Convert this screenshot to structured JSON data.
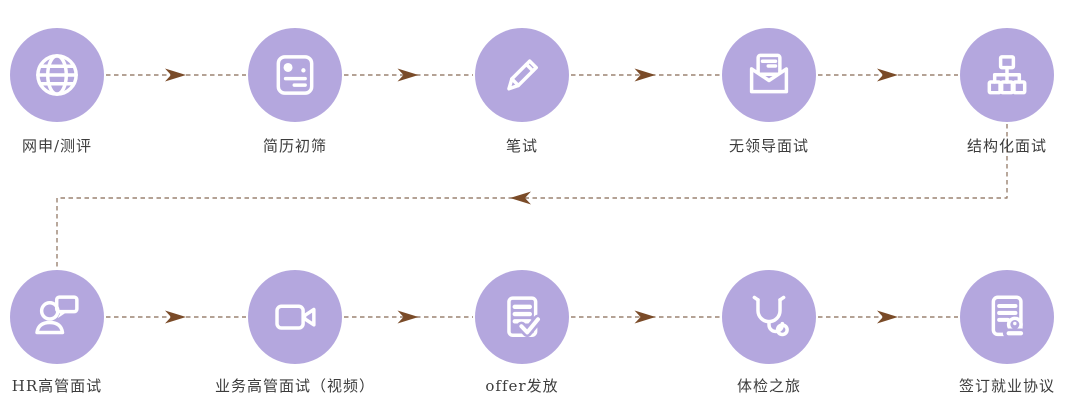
{
  "diagram": {
    "title": "recruitment-process-flow",
    "colors": {
      "background": "#ffffff",
      "node_fill": "#b4a7de",
      "icon_stroke": "#ffffff",
      "connector_dash": "#9b8372",
      "arrow_head": "#7a4b28",
      "label_text": "#3c3c3c"
    },
    "rows": [
      {
        "name": "top",
        "steps": [
          {
            "label": "网申/测评",
            "icon": "globe-icon"
          },
          {
            "label": "简历初筛",
            "icon": "resume-icon"
          },
          {
            "label": "笔试",
            "icon": "pencil-icon"
          },
          {
            "label": "无领导面试",
            "icon": "envelope-letter-icon"
          },
          {
            "label": "结构化面试",
            "icon": "org-chart-icon"
          }
        ]
      },
      {
        "name": "bottom",
        "steps": [
          {
            "label": "HR高管面试",
            "icon": "person-chat-icon"
          },
          {
            "label": "业务高管面试（视频）",
            "icon": "video-camera-icon"
          },
          {
            "label": "offer发放",
            "icon": "document-check-icon"
          },
          {
            "label": "体检之旅",
            "icon": "stethoscope-icon"
          },
          {
            "label": "签订就业协议",
            "icon": "document-seal-icon"
          }
        ]
      }
    ]
  }
}
